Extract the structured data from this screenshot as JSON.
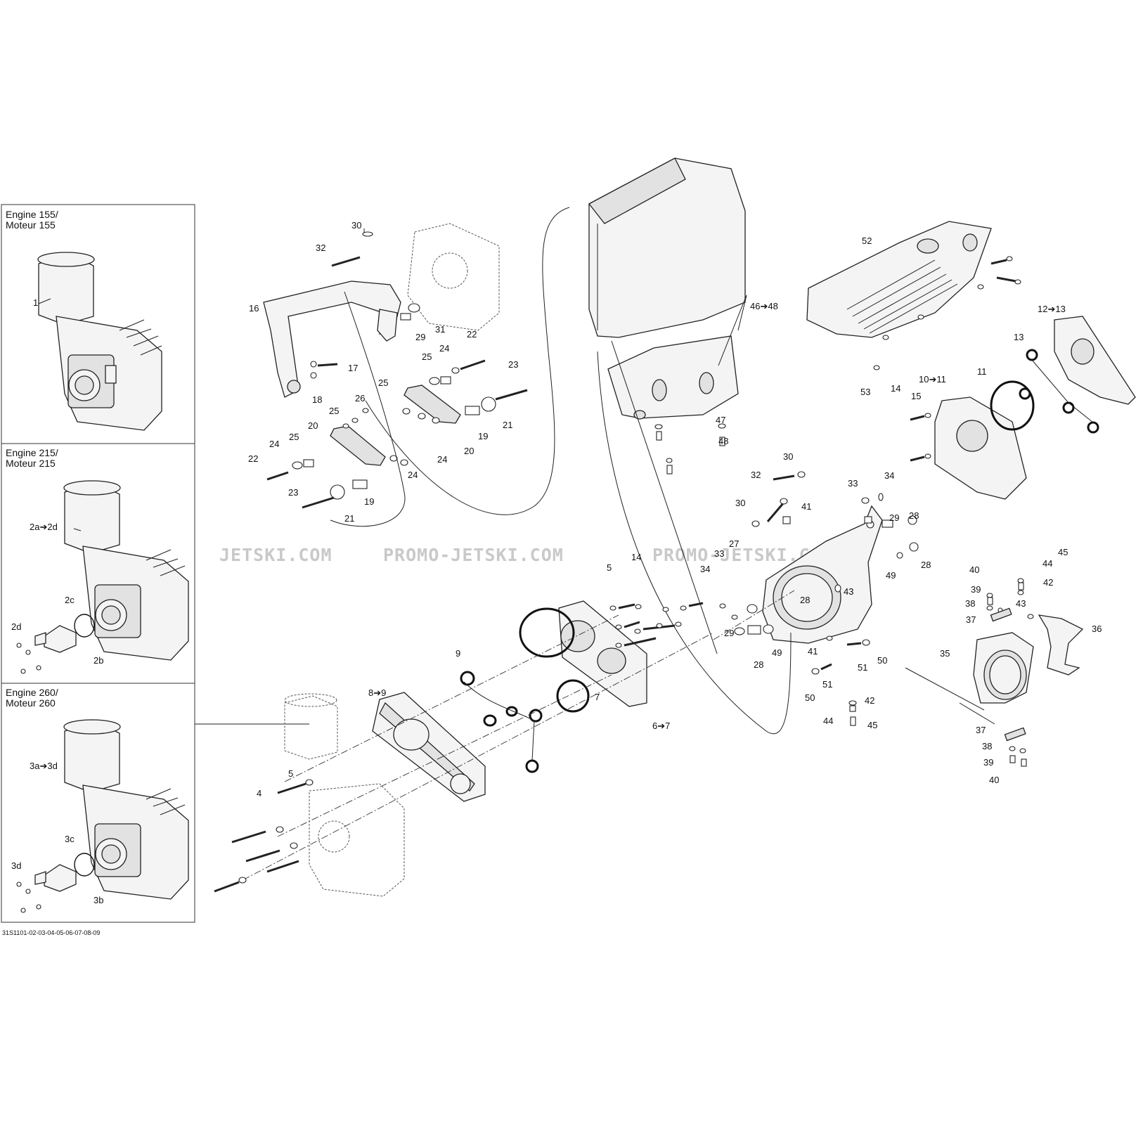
{
  "panels": [
    {
      "title_line1": "Engine 155/",
      "title_line2": "Moteur 155",
      "labels": [
        "1"
      ]
    },
    {
      "title_line1": "Engine 215/",
      "title_line2": "Moteur 215",
      "labels": [
        "2a➔2d",
        "2c",
        "2d",
        "2b"
      ]
    },
    {
      "title_line1": "Engine 260/",
      "title_line2": "Moteur 260",
      "labels": [
        "3a➔3d",
        "3c",
        "3d",
        "3b"
      ]
    }
  ],
  "reference_code": "31S1101-02-03-04-05-06-07-08-09",
  "watermark": {
    "part1": "JETSKI.COM",
    "part2": "PROMO-JETSKI.COM",
    "part3": "PROMO-JETSKI.COM"
  },
  "callouts": {
    "c30a": "30",
    "c32a": "32",
    "c16": "16",
    "c29a": "29",
    "c31": "31",
    "c17": "17",
    "c18": "18",
    "c22a": "22",
    "c24a": "24",
    "c25a": "25",
    "c23a": "23",
    "c25b": "25",
    "c26": "26",
    "c21a": "21",
    "c19a": "19",
    "c20a": "20",
    "c20b": "20",
    "c25c": "25",
    "c24b": "24",
    "c24c": "24",
    "c24d": "24",
    "c25d": "25",
    "c22b": "22",
    "c23b": "23",
    "c19b": "19",
    "c21b": "21",
    "c4648": "46➔48",
    "c47": "47",
    "c48": "48",
    "c52": "52",
    "c53": "53",
    "c1213": "12➔13",
    "c13": "13",
    "c11": "11",
    "c1011": "10➔11",
    "c14a": "14",
    "c15": "15",
    "c30b": "30",
    "c32b": "32",
    "c30c": "30",
    "c41a": "41",
    "c33a": "33",
    "c34a": "34",
    "c29b": "29",
    "c28a": "28",
    "c27": "27",
    "c33b": "33",
    "c34b": "34",
    "c28b": "28",
    "c43a": "43",
    "c49a": "49",
    "c28c": "28",
    "c29c": "29",
    "c28d": "28",
    "c49b": "49",
    "c41b": "41",
    "c51a": "51",
    "c50a": "50",
    "c50b": "50",
    "c51b": "51",
    "c42a": "42",
    "c44a": "44",
    "c45a": "45",
    "c14b": "14",
    "c5a": "5",
    "c9": "9",
    "c89": "8➔9",
    "c7": "7",
    "c67": "6➔7",
    "c5b": "5",
    "c4": "4",
    "c45b": "45",
    "c40a": "40",
    "c44b": "44",
    "c39a": "39",
    "c42b": "42",
    "c38a": "38",
    "c43b": "43",
    "c37a": "37",
    "c36": "36",
    "c35": "35",
    "c37b": "37",
    "c38b": "38",
    "c39b": "39",
    "c40b": "40"
  }
}
